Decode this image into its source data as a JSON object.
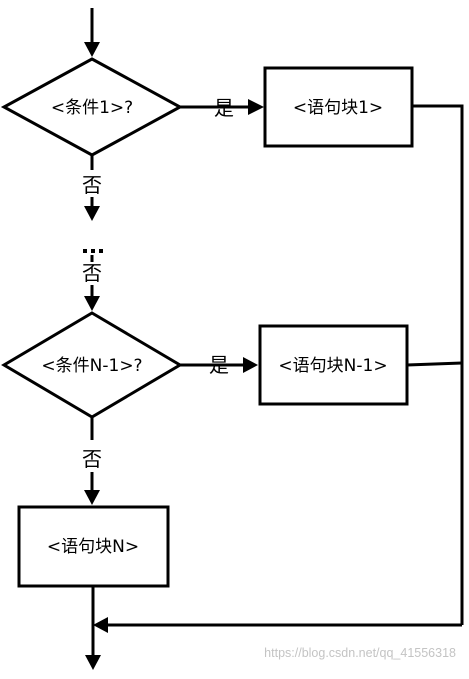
{
  "flowchart": {
    "decision_1": {
      "label": "<条件1>?"
    },
    "block_1": {
      "label": "<语句块1>"
    },
    "decision_n1": {
      "label": "<条件N-1>?"
    },
    "block_n1": {
      "label": "<语句块N-1>"
    },
    "block_n": {
      "label": "<语句块N>"
    },
    "edges": {
      "yes_1": "是",
      "no_1": "否",
      "no_ellipsis": "否",
      "yes_n1": "是",
      "no_n1": "否"
    }
  },
  "watermark": "https://blog.csdn.net/qq_41556318"
}
